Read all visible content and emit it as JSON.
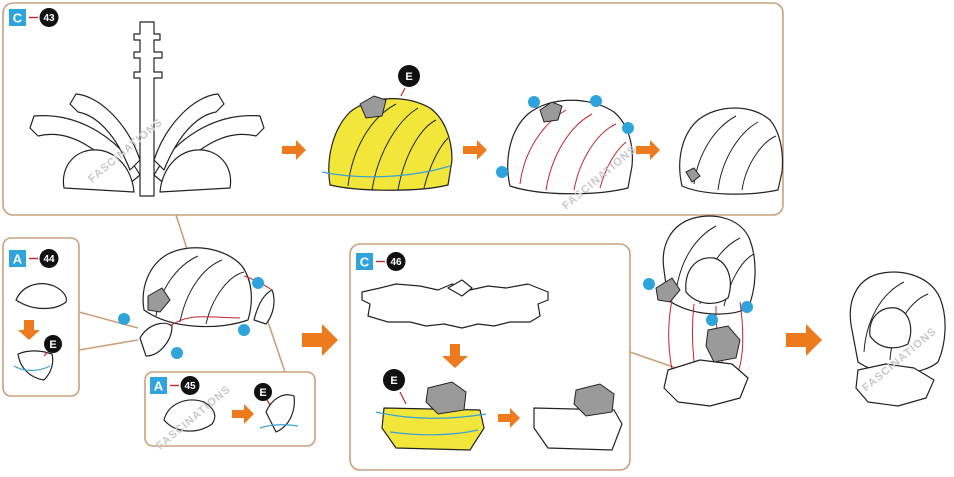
{
  "steps": [
    {
      "part": "C",
      "number": "43"
    },
    {
      "part": "A",
      "number": "44"
    },
    {
      "part": "A",
      "number": "45"
    },
    {
      "part": "C",
      "number": "46"
    }
  ],
  "callouts": {
    "e_label": "E"
  },
  "watermark": "FASCINATIONS",
  "colors": {
    "panel_border": "#c9a07c",
    "badge_square": "#2ea3dc",
    "badge_circle": "#111111",
    "arrow": "#ee7a1e",
    "highlight_part": "#f2e63a",
    "connector": "#2ea3dc",
    "tab_line": "#c2242b"
  }
}
